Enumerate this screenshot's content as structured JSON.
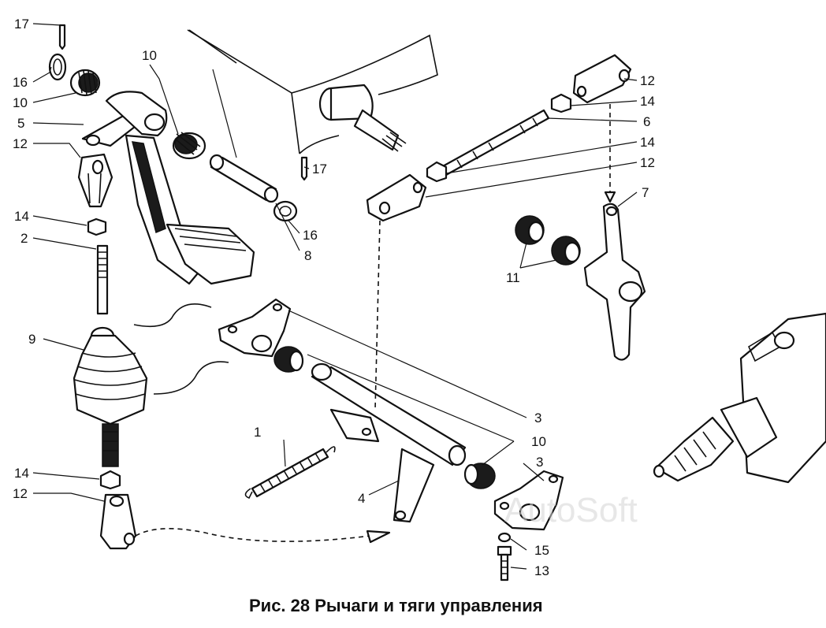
{
  "caption": "Рис. 28 Рычаги и тяги управления",
  "watermark": "AutoSoft",
  "callouts": {
    "c17a": "17",
    "c16a": "16",
    "c10a": "10",
    "c5": "5",
    "c12a": "12",
    "c14a": "14",
    "c2": "2",
    "c9": "9",
    "c14b": "14",
    "c12b": "12",
    "c10b": "10",
    "c17b": "17",
    "c16b": "16",
    "c8": "8",
    "c12c": "12",
    "c14c": "14",
    "c6": "6",
    "c14d": "14",
    "c12d": "12",
    "c7": "7",
    "c11": "11",
    "c1": "1",
    "c4": "4",
    "c3a": "3",
    "c10c": "10",
    "c3b": "3",
    "c15": "15",
    "c13": "13"
  },
  "colors": {
    "ink": "#111111",
    "paper": "#ffffff",
    "watermark": "#d4d4d4"
  }
}
